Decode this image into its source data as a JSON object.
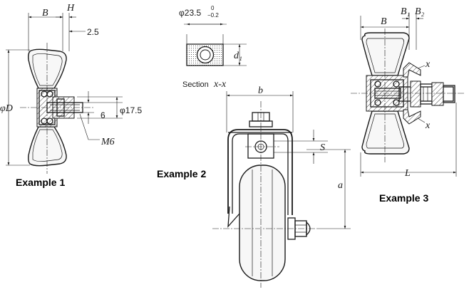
{
  "examples": {
    "ex1": "Example 1",
    "ex2": "Example 2",
    "ex3": "Example 3"
  },
  "section": {
    "prefix": "Section",
    "name": "x-x"
  },
  "dims": {
    "ex1": {
      "B": "B",
      "H": "H",
      "gap": "2.5",
      "phiD": "φD",
      "six": "6",
      "shaft": "φ17.5",
      "thread": "M6"
    },
    "sec": {
      "outer_main": "φ23.5",
      "tol_upper": "0",
      "tol_lower": "−0.2",
      "d1": "d₁"
    },
    "ex2": {
      "b": "b",
      "S": "S",
      "a": "a"
    },
    "ex3": {
      "B": "B",
      "B1": "B₁",
      "B2": "B₂",
      "x_top": "x",
      "x_bottom": "x",
      "L": "L"
    }
  }
}
